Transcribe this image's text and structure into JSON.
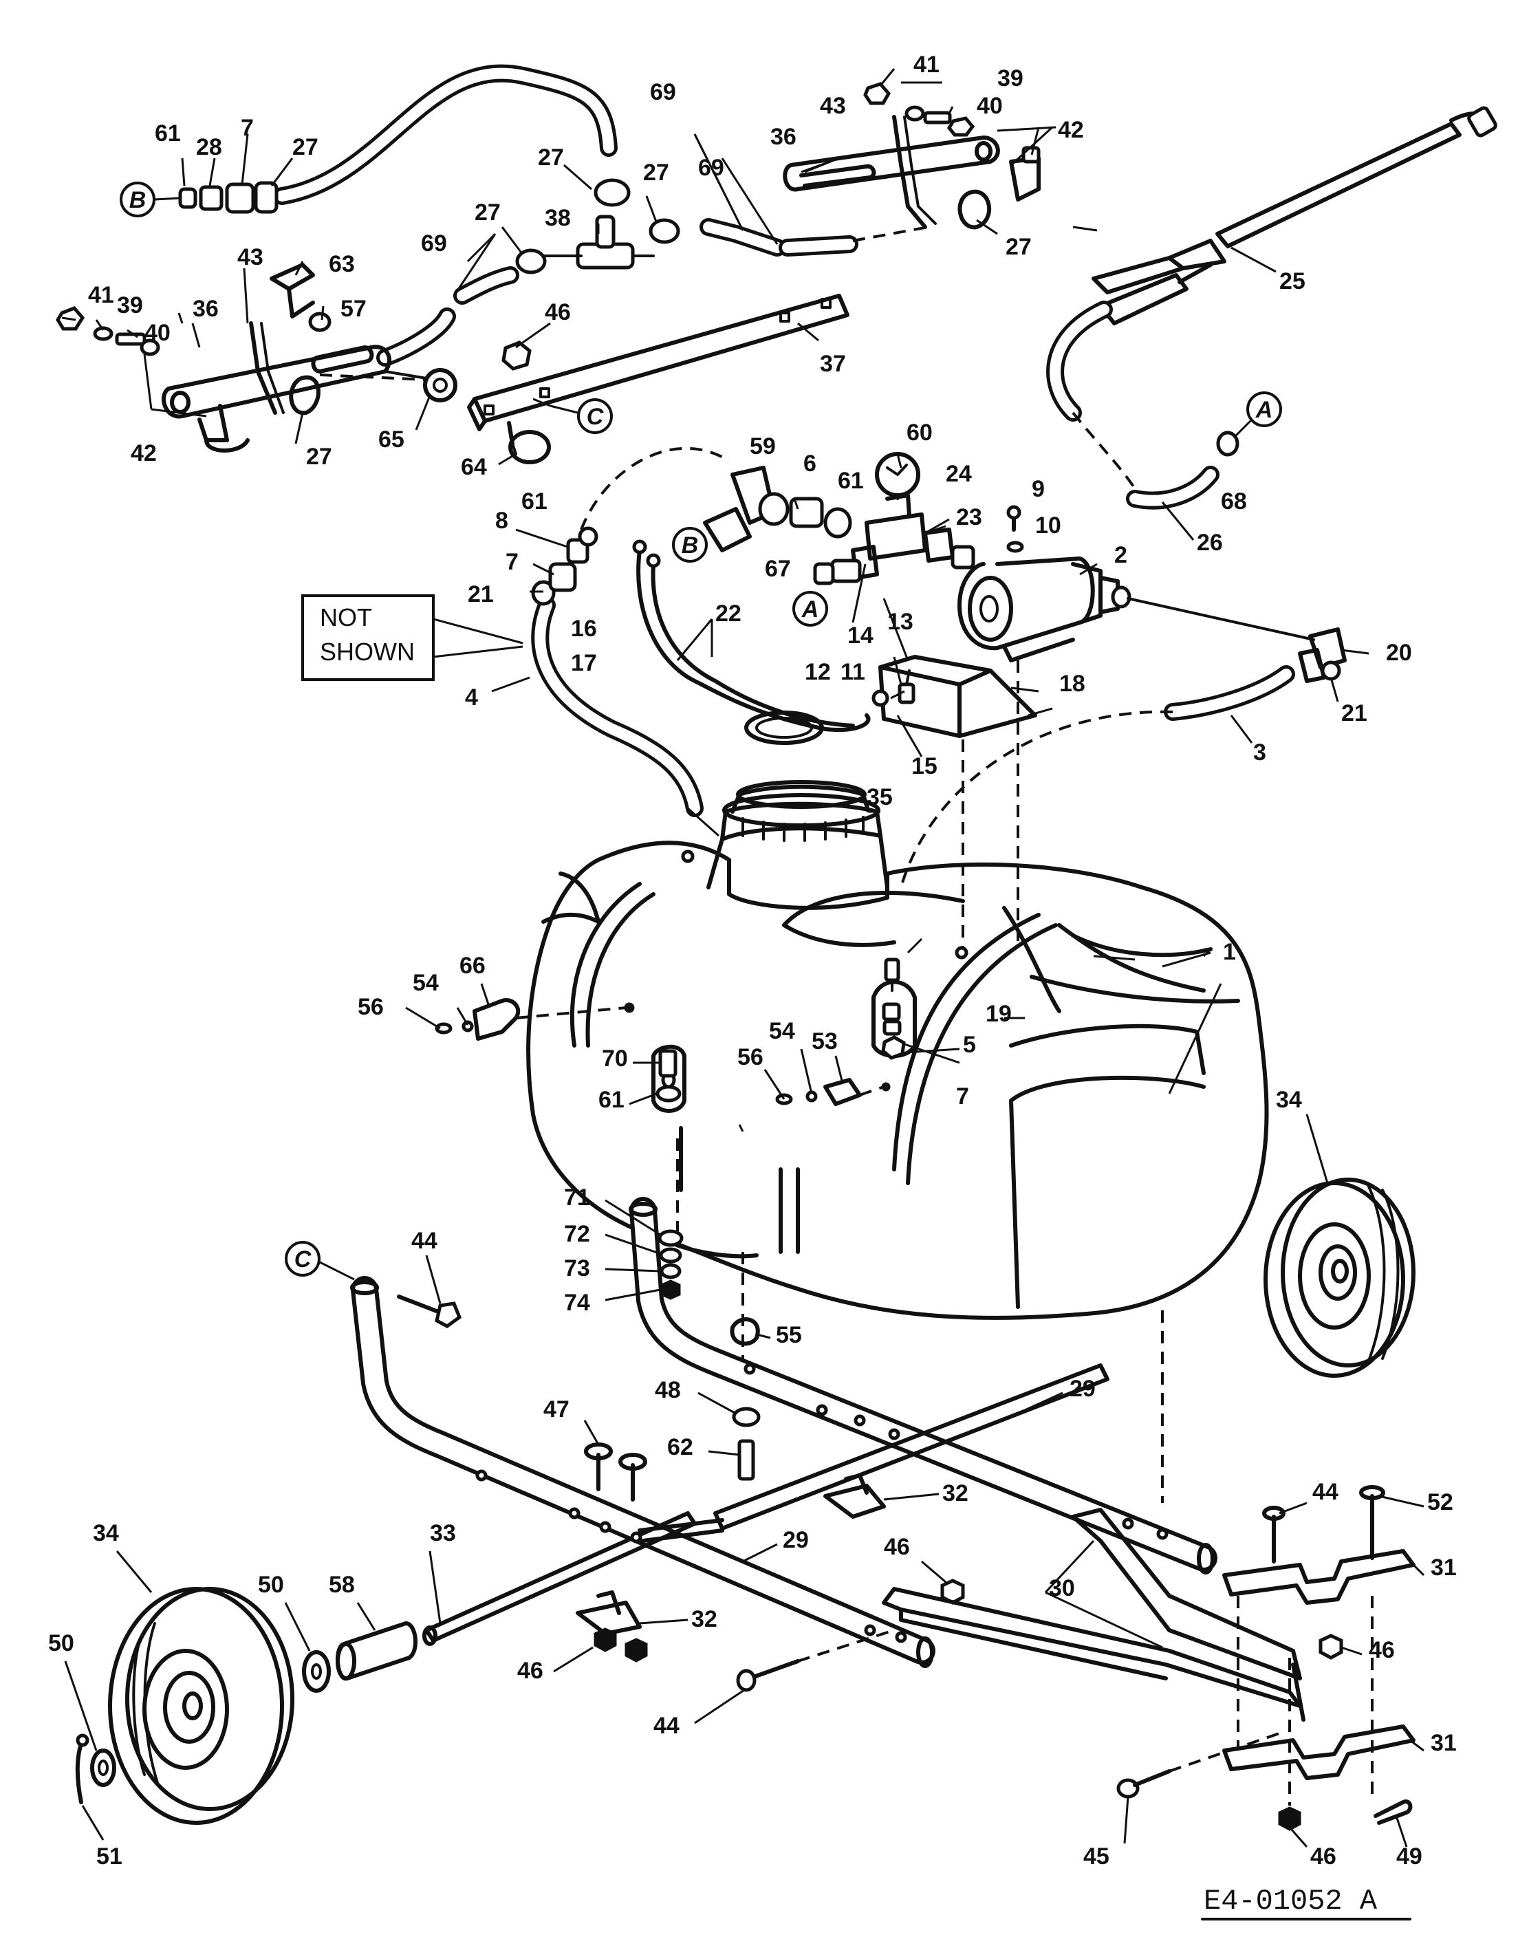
{
  "note": {
    "line1": "NOT",
    "line2": "SHOWN"
  },
  "drawing_code": "E4-01052 A",
  "callouts": [
    {
      "id": "c1",
      "text": "1"
    },
    {
      "id": "c2",
      "text": "2"
    },
    {
      "id": "c3",
      "text": "3"
    },
    {
      "id": "c4",
      "text": "4"
    },
    {
      "id": "c5",
      "text": "5"
    },
    {
      "id": "c6",
      "text": "6"
    },
    {
      "id": "c7a",
      "text": "7"
    },
    {
      "id": "c7b",
      "text": "7"
    },
    {
      "id": "c7c",
      "text": "7"
    },
    {
      "id": "c8",
      "text": "8"
    },
    {
      "id": "c9",
      "text": "9"
    },
    {
      "id": "c10",
      "text": "10"
    },
    {
      "id": "c11",
      "text": "11"
    },
    {
      "id": "c12",
      "text": "12"
    },
    {
      "id": "c13",
      "text": "13"
    },
    {
      "id": "c14",
      "text": "14"
    },
    {
      "id": "c15",
      "text": "15"
    },
    {
      "id": "c16",
      "text": "16"
    },
    {
      "id": "c17",
      "text": "17"
    },
    {
      "id": "c18",
      "text": "18"
    },
    {
      "id": "c19",
      "text": "19"
    },
    {
      "id": "c20",
      "text": "20"
    },
    {
      "id": "c21a",
      "text": "21"
    },
    {
      "id": "c21b",
      "text": "21"
    },
    {
      "id": "c22",
      "text": "22"
    },
    {
      "id": "c23",
      "text": "23"
    },
    {
      "id": "c24",
      "text": "24"
    },
    {
      "id": "c25",
      "text": "25"
    },
    {
      "id": "c26",
      "text": "26"
    },
    {
      "id": "c27a",
      "text": "27"
    },
    {
      "id": "c27b",
      "text": "27"
    },
    {
      "id": "c27c",
      "text": "27"
    },
    {
      "id": "c27d",
      "text": "27"
    },
    {
      "id": "c27e",
      "text": "27"
    },
    {
      "id": "c27f",
      "text": "27"
    },
    {
      "id": "c28",
      "text": "28"
    },
    {
      "id": "c29a",
      "text": "29"
    },
    {
      "id": "c29b",
      "text": "29"
    },
    {
      "id": "c30",
      "text": "30"
    },
    {
      "id": "c31a",
      "text": "31"
    },
    {
      "id": "c31b",
      "text": "31"
    },
    {
      "id": "c32a",
      "text": "32"
    },
    {
      "id": "c32b",
      "text": "32"
    },
    {
      "id": "c33",
      "text": "33"
    },
    {
      "id": "c34a",
      "text": "34"
    },
    {
      "id": "c34b",
      "text": "34"
    },
    {
      "id": "c35",
      "text": "35"
    },
    {
      "id": "c36a",
      "text": "36"
    },
    {
      "id": "c36b",
      "text": "36"
    },
    {
      "id": "c37",
      "text": "37"
    },
    {
      "id": "c38",
      "text": "38"
    },
    {
      "id": "c39a",
      "text": "39"
    },
    {
      "id": "c39b",
      "text": "39"
    },
    {
      "id": "c40a",
      "text": "40"
    },
    {
      "id": "c40b",
      "text": "40"
    },
    {
      "id": "c41a",
      "text": "41"
    },
    {
      "id": "c41b",
      "text": "41"
    },
    {
      "id": "c42a",
      "text": "42"
    },
    {
      "id": "c42b",
      "text": "42"
    },
    {
      "id": "c43a",
      "text": "43"
    },
    {
      "id": "c43b",
      "text": "43"
    },
    {
      "id": "c44a",
      "text": "44"
    },
    {
      "id": "c44b",
      "text": "44"
    },
    {
      "id": "c44c",
      "text": "44"
    },
    {
      "id": "c45",
      "text": "45"
    },
    {
      "id": "c46a",
      "text": "46"
    },
    {
      "id": "c46b",
      "text": "46"
    },
    {
      "id": "c46c",
      "text": "46"
    },
    {
      "id": "c46d",
      "text": "46"
    },
    {
      "id": "c46e",
      "text": "46"
    },
    {
      "id": "c47",
      "text": "47"
    },
    {
      "id": "c48",
      "text": "48"
    },
    {
      "id": "c49",
      "text": "49"
    },
    {
      "id": "c50a",
      "text": "50"
    },
    {
      "id": "c50b",
      "text": "50"
    },
    {
      "id": "c51",
      "text": "51"
    },
    {
      "id": "c52",
      "text": "52"
    },
    {
      "id": "c53",
      "text": "53"
    },
    {
      "id": "c54a",
      "text": "54"
    },
    {
      "id": "c54b",
      "text": "54"
    },
    {
      "id": "c55",
      "text": "55"
    },
    {
      "id": "c56a",
      "text": "56"
    },
    {
      "id": "c56b",
      "text": "56"
    },
    {
      "id": "c57",
      "text": "57"
    },
    {
      "id": "c58",
      "text": "58"
    },
    {
      "id": "c59",
      "text": "59"
    },
    {
      "id": "c60",
      "text": "60"
    },
    {
      "id": "c61a",
      "text": "61"
    },
    {
      "id": "c61b",
      "text": "61"
    },
    {
      "id": "c61c",
      "text": "61"
    },
    {
      "id": "c61d",
      "text": "61"
    },
    {
      "id": "c62",
      "text": "62"
    },
    {
      "id": "c63",
      "text": "63"
    },
    {
      "id": "c64",
      "text": "64"
    },
    {
      "id": "c65",
      "text": "65"
    },
    {
      "id": "c66",
      "text": "66"
    },
    {
      "id": "c67",
      "text": "67"
    },
    {
      "id": "c68",
      "text": "68"
    },
    {
      "id": "c69a",
      "text": "69"
    },
    {
      "id": "c69b",
      "text": "69"
    },
    {
      "id": "c69c",
      "text": "69"
    },
    {
      "id": "c70",
      "text": "70"
    },
    {
      "id": "c71",
      "text": "71"
    },
    {
      "id": "c72",
      "text": "72"
    },
    {
      "id": "c73",
      "text": "73"
    },
    {
      "id": "c74",
      "text": "74"
    }
  ],
  "refs": [
    {
      "id": "rB1",
      "text": "B"
    },
    {
      "id": "rB2",
      "text": "B"
    },
    {
      "id": "rA1",
      "text": "A"
    },
    {
      "id": "rA2",
      "text": "A"
    },
    {
      "id": "rC1",
      "text": "C"
    },
    {
      "id": "rC2",
      "text": "C"
    }
  ]
}
